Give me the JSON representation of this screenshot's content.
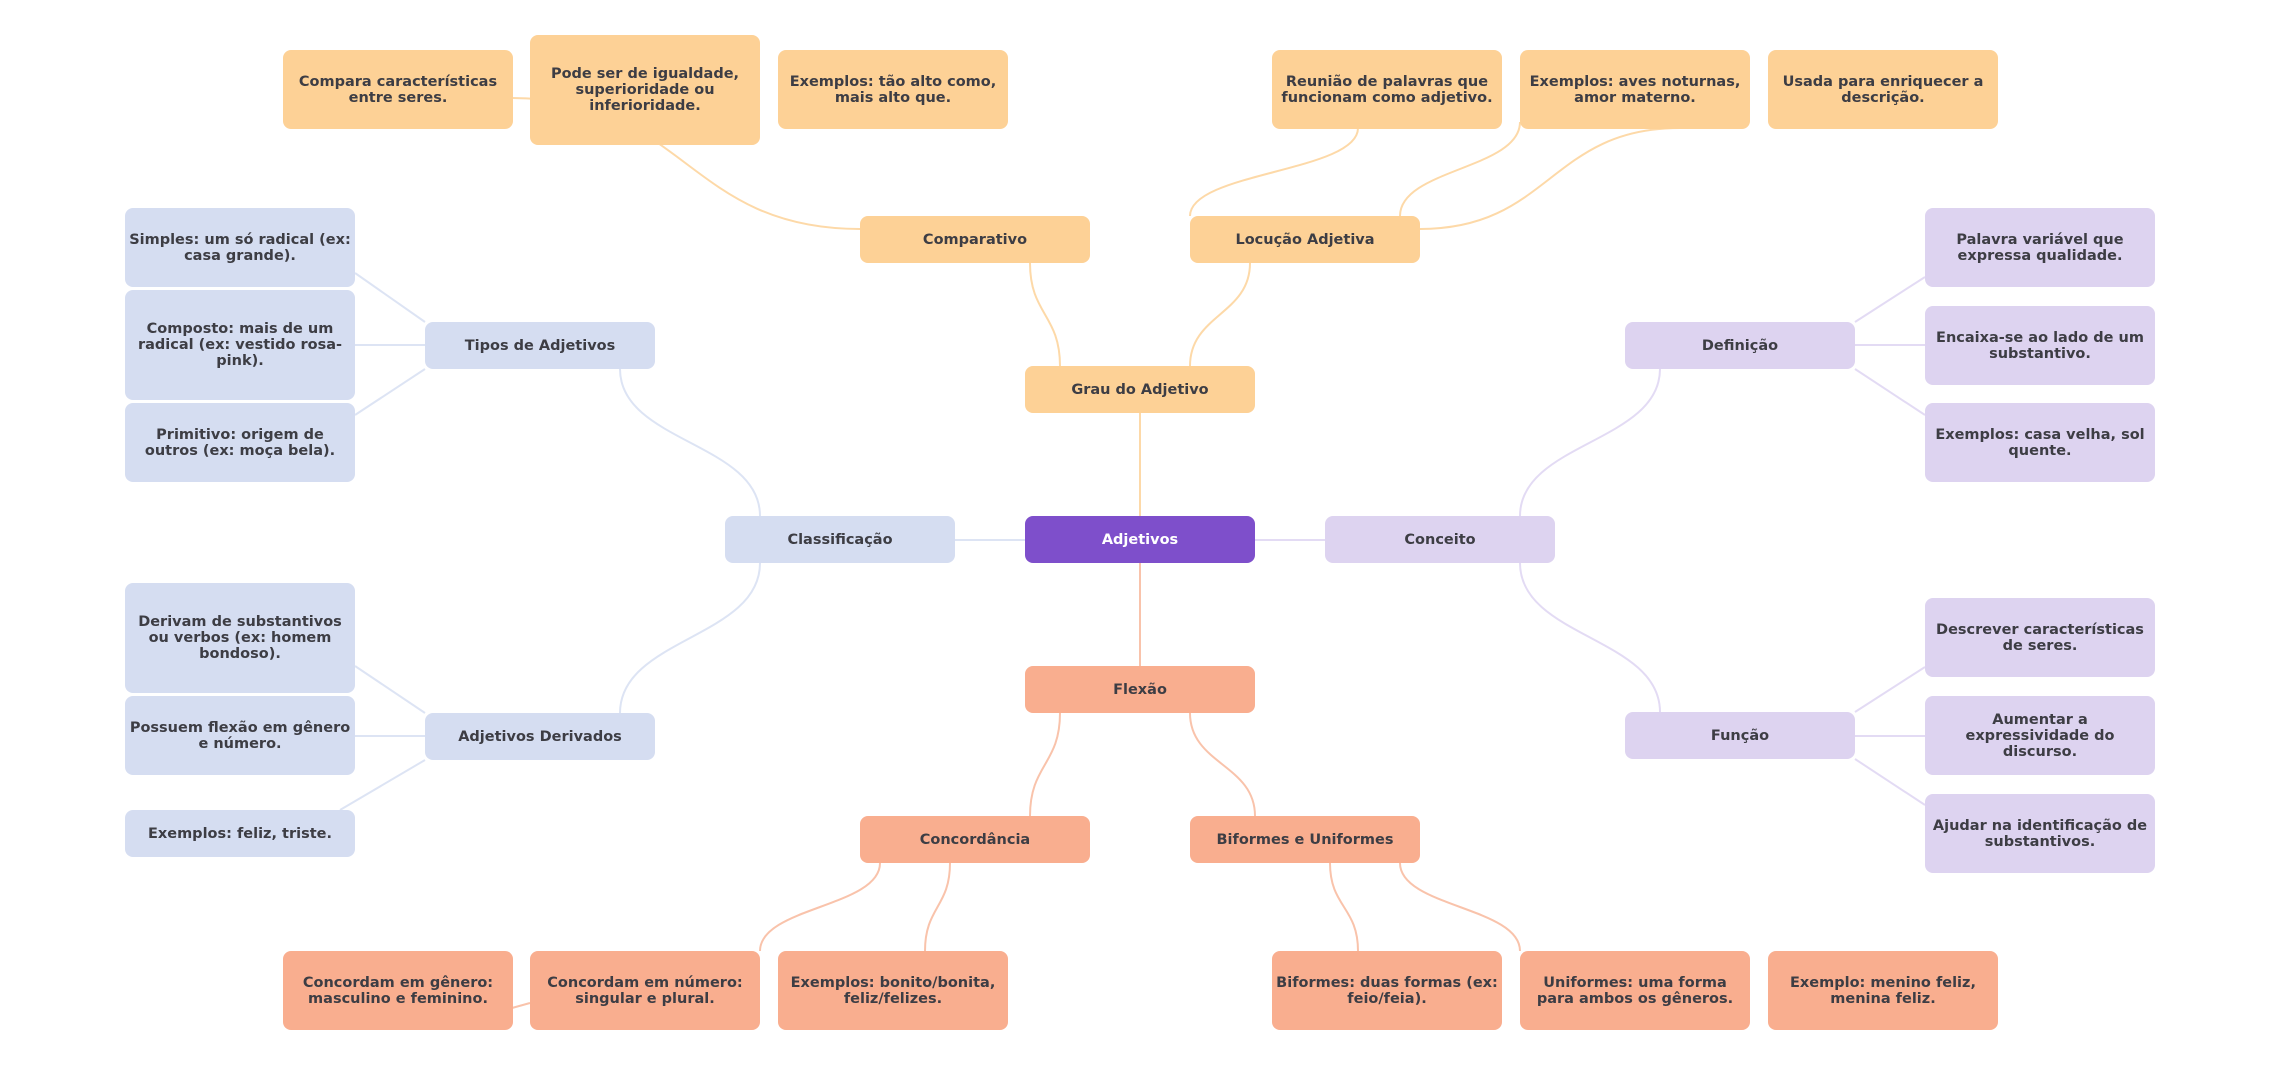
{
  "diagram": {
    "type": "mind-map",
    "colors": {
      "root": "#7e4fcb",
      "grau": "#fdd196",
      "grau_edge": "#fdd9a8",
      "classificacao": "#d5ddf1",
      "classificacao_edge": "#dde4f4",
      "conceito": "#ddd3f0",
      "conceito_edge": "#e3dbf4",
      "flexao": "#f9ae8f",
      "flexao_edge": "#f9c3ab"
    },
    "root": {
      "id": "adjetivos",
      "label": "Adjetivos"
    },
    "nodes": [
      {
        "id": "grau",
        "label": "Grau do Adjetivo",
        "parent": "adjetivos",
        "branch": "grau"
      },
      {
        "id": "comparativo",
        "label": "Comparativo",
        "parent": "grau",
        "branch": "grau"
      },
      {
        "id": "comp1",
        "label": "Compara características entre seres.",
        "parent": "comparativo",
        "branch": "grau"
      },
      {
        "id": "comp2",
        "label": "Pode ser de igualdade, superioridade ou inferioridade.",
        "parent": "comparativo",
        "branch": "grau"
      },
      {
        "id": "comp3",
        "label": "Exemplos: tão alto como, mais alto que.",
        "parent": "comparativo",
        "branch": "grau"
      },
      {
        "id": "locucao",
        "label": "Locução Adjetiva",
        "parent": "grau",
        "branch": "grau"
      },
      {
        "id": "loc1",
        "label": "Reunião de palavras que funcionam como adjetivo.",
        "parent": "locucao",
        "branch": "grau"
      },
      {
        "id": "loc2",
        "label": "Exemplos: aves noturnas, amor materno.",
        "parent": "locucao",
        "branch": "grau"
      },
      {
        "id": "loc3",
        "label": "Usada para enriquecer a descrição.",
        "parent": "locucao",
        "branch": "grau"
      },
      {
        "id": "classificacao",
        "label": "Classificação",
        "parent": "adjetivos",
        "branch": "classificacao"
      },
      {
        "id": "tipos",
        "label": "Tipos de Adjetivos",
        "parent": "classificacao",
        "branch": "classificacao"
      },
      {
        "id": "tip1",
        "label": "Simples: um só radical (ex: casa grande).",
        "parent": "tipos",
        "branch": "classificacao"
      },
      {
        "id": "tip2",
        "label": "Composto: mais de um radical (ex: vestido rosa-pink).",
        "parent": "tipos",
        "branch": "classificacao"
      },
      {
        "id": "tip3",
        "label": "Primitivo: origem de outros (ex: moça bela).",
        "parent": "tipos",
        "branch": "classificacao"
      },
      {
        "id": "derivados",
        "label": "Adjetivos Derivados",
        "parent": "classificacao",
        "branch": "classificacao"
      },
      {
        "id": "der1",
        "label": "Derivam de substantivos ou verbos (ex: homem bondoso).",
        "parent": "derivados",
        "branch": "classificacao"
      },
      {
        "id": "der2",
        "label": "Possuem flexão em gênero e número.",
        "parent": "derivados",
        "branch": "classificacao"
      },
      {
        "id": "der3",
        "label": "Exemplos: feliz, triste.",
        "parent": "derivados",
        "branch": "classificacao"
      },
      {
        "id": "conceito",
        "label": "Conceito",
        "parent": "adjetivos",
        "branch": "conceito"
      },
      {
        "id": "definicao",
        "label": "Definição",
        "parent": "conceito",
        "branch": "conceito"
      },
      {
        "id": "def1",
        "label": "Palavra variável que expressa qualidade.",
        "parent": "definicao",
        "branch": "conceito"
      },
      {
        "id": "def2",
        "label": "Encaixa-se ao lado de um substantivo.",
        "parent": "definicao",
        "branch": "conceito"
      },
      {
        "id": "def3",
        "label": "Exemplos: casa velha, sol quente.",
        "parent": "definicao",
        "branch": "conceito"
      },
      {
        "id": "funcao",
        "label": "Função",
        "parent": "conceito",
        "branch": "conceito"
      },
      {
        "id": "fun1",
        "label": "Descrever características de seres.",
        "parent": "funcao",
        "branch": "conceito"
      },
      {
        "id": "fun2",
        "label": "Aumentar a expressividade do discurso.",
        "parent": "funcao",
        "branch": "conceito"
      },
      {
        "id": "fun3",
        "label": "Ajudar na identificação de substantivos.",
        "parent": "funcao",
        "branch": "conceito"
      },
      {
        "id": "flexao",
        "label": "Flexão",
        "parent": "adjetivos",
        "branch": "flexao"
      },
      {
        "id": "concordancia",
        "label": "Concordância",
        "parent": "flexao",
        "branch": "flexao"
      },
      {
        "id": "con1",
        "label": "Concordam em gênero: masculino e feminino.",
        "parent": "concordancia",
        "branch": "flexao"
      },
      {
        "id": "con2",
        "label": "Concordam em número: singular e plural.",
        "parent": "concordancia",
        "branch": "flexao"
      },
      {
        "id": "con3",
        "label": "Exemplos: bonito/bonita, feliz/felizes.",
        "parent": "concordancia",
        "branch": "flexao"
      },
      {
        "id": "biformes",
        "label": "Biformes e Uniformes",
        "parent": "flexao",
        "branch": "flexao"
      },
      {
        "id": "bif1",
        "label": "Biformes: duas formas (ex: feio/feia).",
        "parent": "biformes",
        "branch": "flexao"
      },
      {
        "id": "bif2",
        "label": "Uniformes: uma forma para ambos os gêneros.",
        "parent": "biformes",
        "branch": "flexao"
      },
      {
        "id": "bif3",
        "label": "Exemplo: menino feliz, menina feliz.",
        "parent": "biformes",
        "branch": "flexao"
      }
    ]
  }
}
